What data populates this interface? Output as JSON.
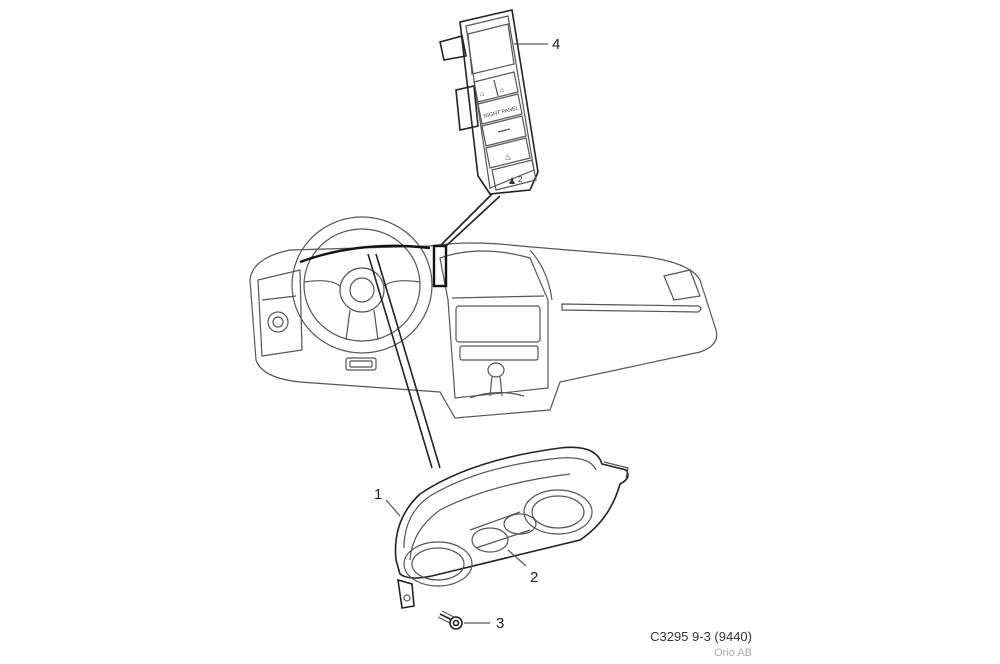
{
  "callouts": {
    "c1": "1",
    "c2": "2",
    "c3": "3",
    "c4": "4"
  },
  "switch_panel": {
    "button_label": "NIGHT PANEL",
    "seat_heat_level": "2"
  },
  "caption": "C3295 9-3 (9440)",
  "credit": "Orio AB"
}
